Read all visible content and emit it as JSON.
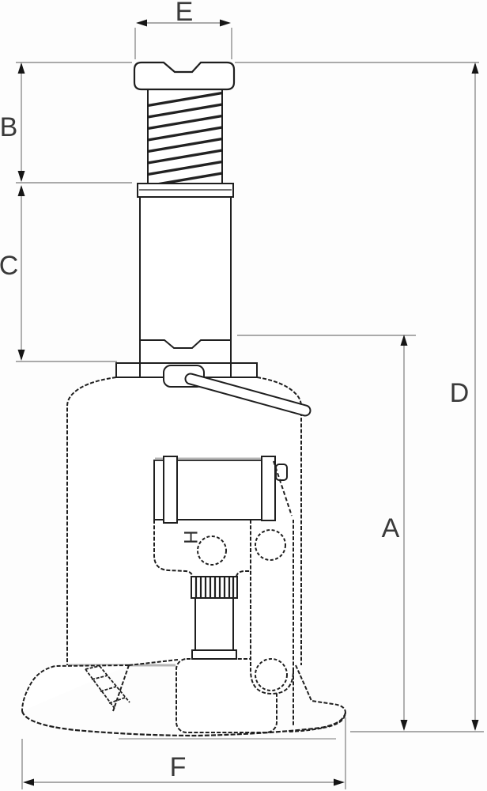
{
  "diagram": {
    "title": "Bottle jack dimensional line drawing",
    "view": "side elevation with dimension callouts",
    "labels": {
      "e": "E",
      "b": "B",
      "c": "C",
      "d": "D",
      "a": "A",
      "f": "F",
      "h": "H"
    },
    "dimension_callouts": [
      {
        "label": "E",
        "orientation": "horizontal",
        "spans": "width of top saddle"
      },
      {
        "label": "B",
        "orientation": "vertical",
        "spans": "saddle top down to base of extension screw"
      },
      {
        "label": "C",
        "orientation": "vertical",
        "spans": "extension screw base down to body collar"
      },
      {
        "label": "D",
        "orientation": "vertical",
        "spans": "saddle top down to ground line"
      },
      {
        "label": "A",
        "orientation": "vertical",
        "spans": "ram lower mark down to ground line"
      },
      {
        "label": "F",
        "orientation": "horizontal",
        "spans": "overall base length"
      },
      {
        "label": "H",
        "orientation": "rotated-90",
        "spans": "marking on pump bracket"
      }
    ],
    "colors": {
      "background": "#fdfdfd",
      "outline": "#1f1f1f",
      "dimension_line": "#8f8f8f",
      "shading": "#b5b5b5",
      "label_text": "#3a3a3a"
    }
  }
}
